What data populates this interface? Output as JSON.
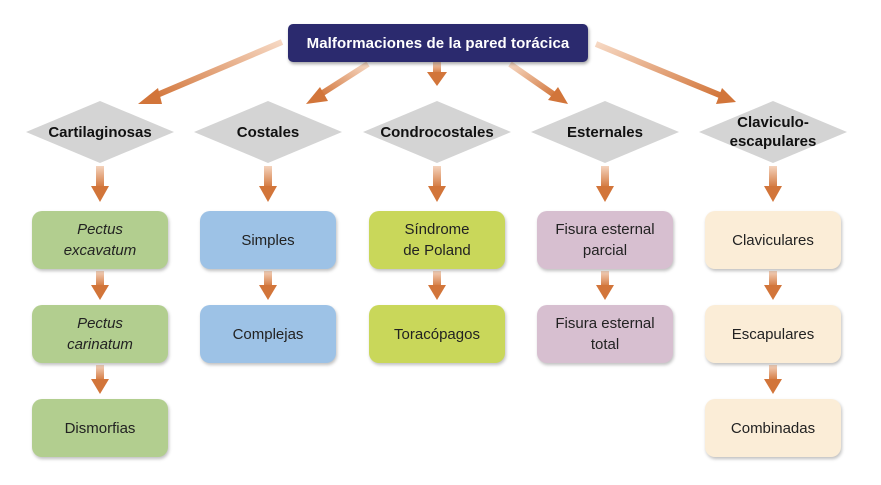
{
  "root": {
    "label": "Malformaciones de la pared torácica"
  },
  "categories": [
    {
      "label": "Cartilaginosas",
      "items": [
        {
          "line1": "Pectus",
          "line2": "excavatum"
        },
        {
          "line1": "Pectus",
          "line2": "carinatum"
        },
        {
          "line1": "Dismorfias",
          "line2": ""
        }
      ]
    },
    {
      "label": "Costales",
      "items": [
        {
          "line1": "Simples",
          "line2": ""
        },
        {
          "line1": "Complejas",
          "line2": ""
        }
      ]
    },
    {
      "label": "Condrocostales",
      "items": [
        {
          "line1": "Síndrome",
          "line2": "de Poland"
        },
        {
          "line1": "Toracópagos",
          "line2": ""
        }
      ]
    },
    {
      "label": "Esternales",
      "items": [
        {
          "line1": "Fisura esternal",
          "line2": "parcial"
        },
        {
          "line1": "Fisura esternal",
          "line2": "total"
        }
      ]
    },
    {
      "label_line1": "Claviculo-",
      "label_line2": "escapulares",
      "items": [
        {
          "line1": "Claviculares",
          "line2": ""
        },
        {
          "line1": "Escapulares",
          "line2": ""
        },
        {
          "line1": "Combinadas",
          "line2": ""
        }
      ]
    }
  ],
  "colors": {
    "root_bg": "#2b2a6e",
    "diamond": "#d4d4d4",
    "arrow": "#d2753a",
    "col_cartilaginosas": "#b2ce8f",
    "col_costales": "#9dc2e6",
    "col_condrocostales": "#c9d75a",
    "col_esternales": "#d7bfd0",
    "col_claviculo": "#fbedd7"
  }
}
